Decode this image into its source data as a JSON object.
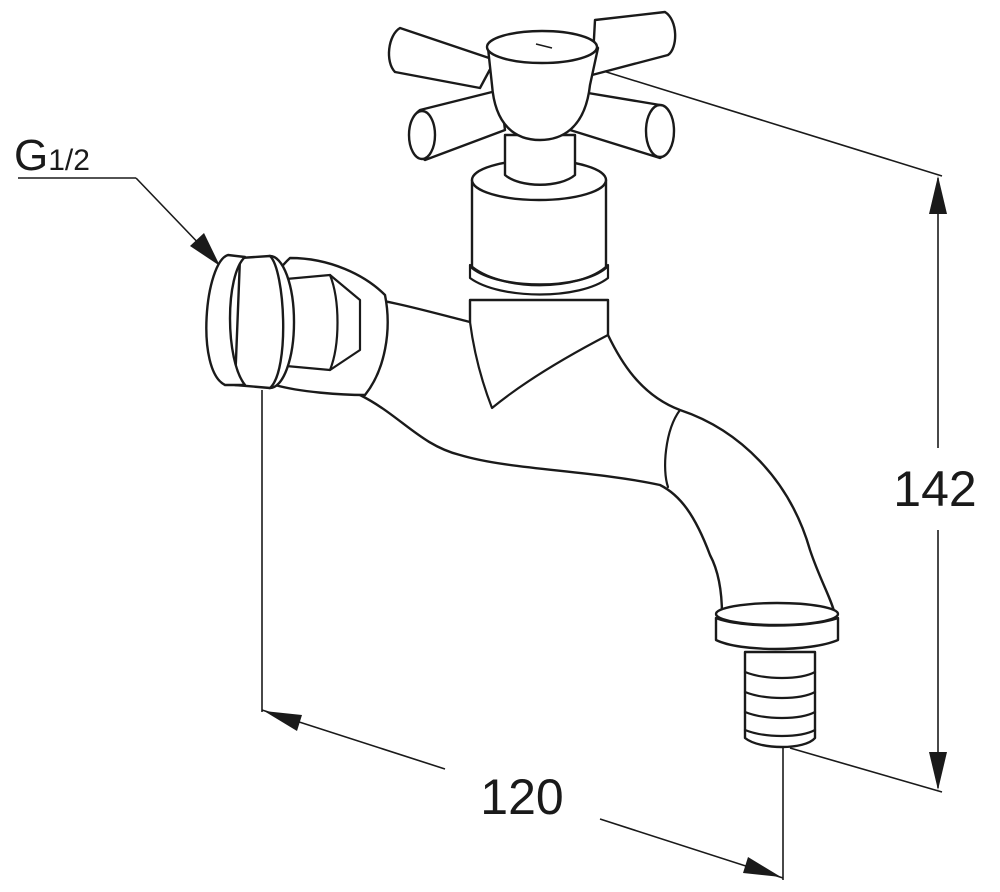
{
  "drawing": {
    "thread_label": {
      "main": "G",
      "sub": "1/2"
    },
    "height_dimension": "142",
    "width_dimension": "120",
    "line_color": "#1a1a1a",
    "background": "#ffffff"
  }
}
